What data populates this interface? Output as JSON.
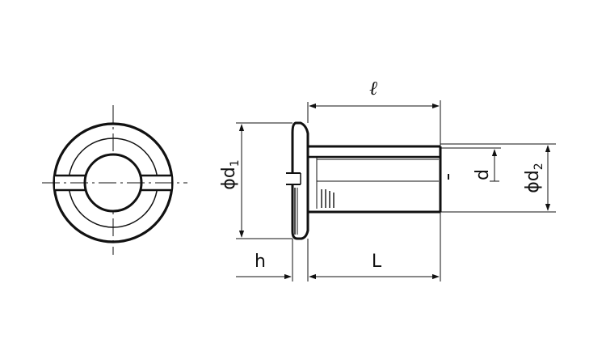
{
  "colors": {
    "line": "#111111",
    "background": "#ffffff"
  },
  "labels": {
    "l": "ℓ",
    "L": "L",
    "h": "h",
    "d": "d",
    "phi_d1": {
      "prefix": "ϕd",
      "sub": "1"
    },
    "phi_d2": {
      "prefix": "ϕd",
      "sub": "2"
    }
  }
}
